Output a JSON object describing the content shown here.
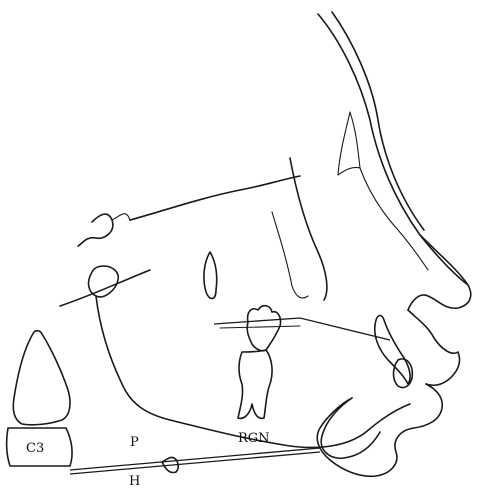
{
  "labels": {
    "c3": "C3",
    "p": "P",
    "h": "H",
    "rgn": "RGN"
  },
  "colors": {
    "stroke": "#1a1a1a",
    "background": "#ffffff"
  }
}
